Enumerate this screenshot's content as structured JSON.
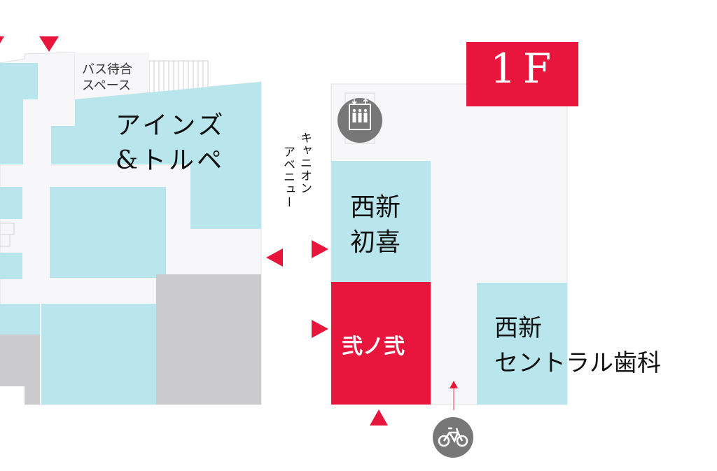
{
  "floor": {
    "label": "1F"
  },
  "labels": {
    "bus_waiting": [
      "バス待合",
      "スペース"
    ],
    "ains_tolpe": [
      "アインズ",
      "&トルペ"
    ],
    "canyon_avenue": [
      "キャニオン",
      "アベニュー"
    ],
    "nishijin_hatsuki": [
      "西新",
      "初喜"
    ],
    "ni_no_ni": "弐ノ弐",
    "nishijin_central_dental": [
      "西新",
      "セントラル歯科"
    ]
  },
  "icons": {
    "elevator": "elevator-icon",
    "bicycle": "bicycle-parking-icon",
    "entrance": "entrance-arrow-icon"
  },
  "colors": {
    "accent_red": "#e8163c",
    "shop_blue": "#b8e6ec",
    "corridor": "#f7f7f9",
    "service_gray": "#cbcbcd",
    "icon_gray": "#777777"
  }
}
